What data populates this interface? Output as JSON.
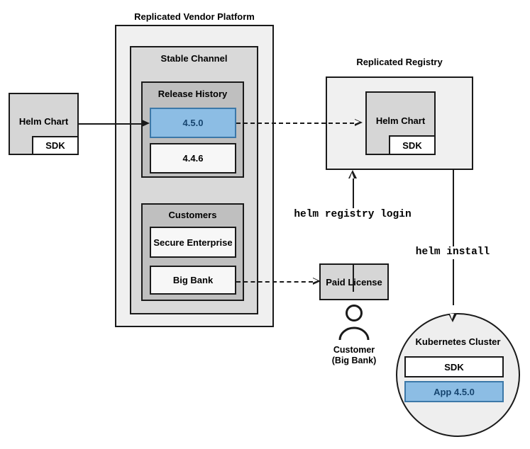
{
  "diagram": {
    "title_platform": "Replicated Vendor Platform",
    "title_registry": "Replicated Registry"
  },
  "source_chart": {
    "label": "Helm Chart",
    "sdk_label": "SDK"
  },
  "platform": {
    "channel": {
      "label": "Stable Channel",
      "release_history": {
        "label": "Release History",
        "releases": [
          {
            "version": "4.5.0",
            "highlighted": true
          },
          {
            "version": "4.4.6",
            "highlighted": false
          }
        ]
      },
      "customers": {
        "label": "Customers",
        "items": [
          {
            "name": "Secure Enterprise"
          },
          {
            "name": "Big Bank"
          }
        ]
      }
    }
  },
  "registry": {
    "chart": {
      "label": "Helm Chart",
      "sdk_label": "SDK"
    }
  },
  "license": {
    "label": "Paid License"
  },
  "customer_actor": {
    "icon": "person-icon",
    "caption_line1": "Customer",
    "caption_line2": "(Big Bank)"
  },
  "commands": {
    "registry_login": "helm registry login",
    "install": "helm install"
  },
  "cluster": {
    "label": "Kubernetes Cluster",
    "components": [
      {
        "name": "SDK",
        "highlighted": false
      },
      {
        "name": "App 4.5.0",
        "highlighted": true
      }
    ]
  },
  "colors": {
    "highlight_fill": "#8cbde4",
    "highlight_border": "#3c78a8",
    "highlight_text": "#16456f",
    "stroke": "#1a1a1a",
    "platform_fill": "#f0f0f0",
    "channel_fill": "#d9d9d9",
    "group_fill": "#bfbfbf",
    "chart_fill": "#d6d6d6"
  }
}
